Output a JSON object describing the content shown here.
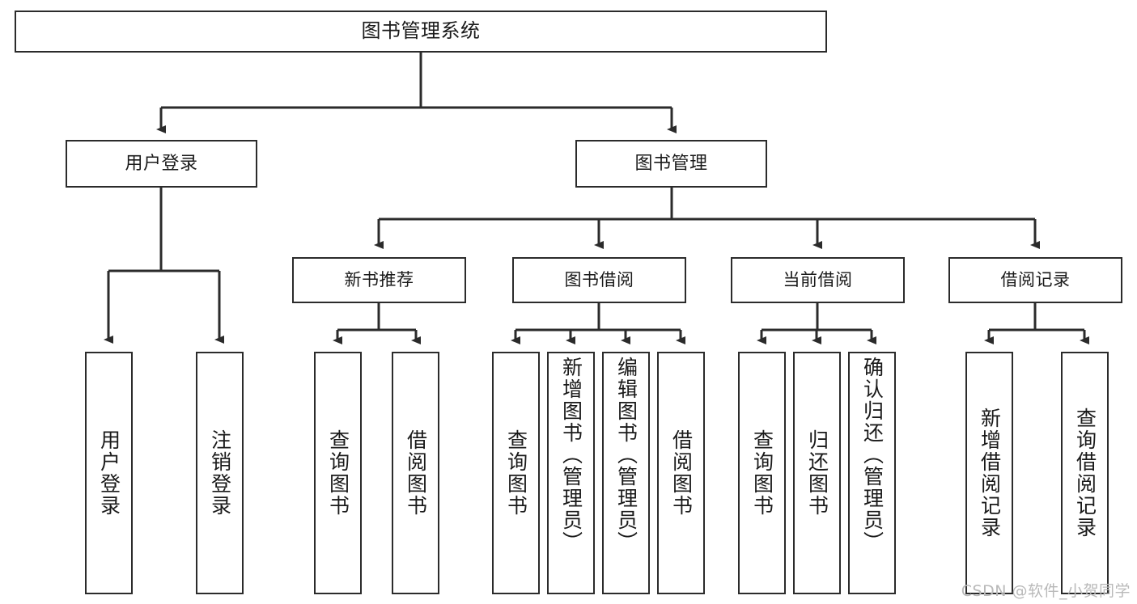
{
  "diagram": {
    "title": "图书管理系统",
    "type": "tree-hierarchy",
    "root": {
      "label": "图书管理系统"
    },
    "tier2": [
      {
        "label": "用户登录"
      },
      {
        "label": "图书管理"
      }
    ],
    "tier3": [
      {
        "label": "新书推荐"
      },
      {
        "label": "图书借阅"
      },
      {
        "label": "当前借阅"
      },
      {
        "label": "借阅记录"
      }
    ],
    "leaves": {
      "user_login": [
        {
          "label": "用户登录"
        },
        {
          "label": "注销登录"
        }
      ],
      "new_book_recommend": [
        {
          "label": "查询图书"
        },
        {
          "label": "借阅图书"
        }
      ],
      "book_borrow": [
        {
          "label": "查询图书"
        },
        {
          "label": "新增图书（管理员）"
        },
        {
          "label": "编辑图书（管理员）"
        },
        {
          "label": "借阅图书"
        }
      ],
      "current_borrow": [
        {
          "label": "查询图书"
        },
        {
          "label": "归还图书"
        },
        {
          "label": "确认归还（管理员）"
        }
      ],
      "borrow_record": [
        {
          "label": "新增借阅记录"
        },
        {
          "label": "查询借阅记录"
        }
      ]
    }
  },
  "watermark": {
    "text": "CSDN @软件_小贺同学"
  },
  "colors": {
    "border": "#2b2b2b",
    "background": "#ffffff",
    "text": "#1a1a1a",
    "watermark": "#b9b9b9"
  }
}
